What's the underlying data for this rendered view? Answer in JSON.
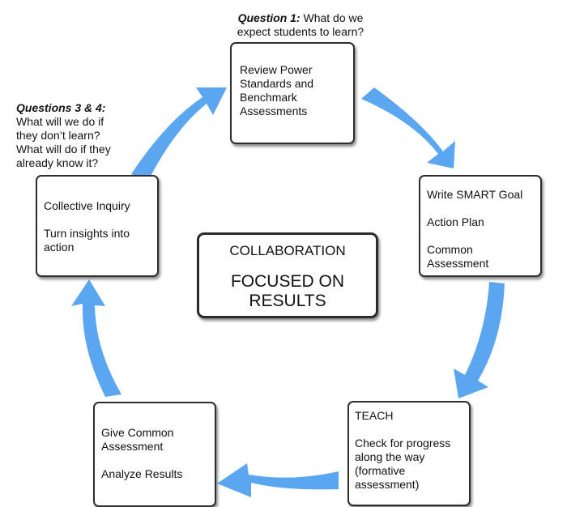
{
  "colors": {
    "arrow": "#5aa6f0",
    "border": "#2d2d2d",
    "text": "#111111"
  },
  "question1": {
    "label": "Question 1:",
    "text": "What do we",
    "text2": "expect students to learn?"
  },
  "question34": {
    "label": "Questions 3 & 4:",
    "lines": [
      "What will we do if",
      "they don’t learn?",
      "What will do if they",
      "already know it?"
    ]
  },
  "center": {
    "line1": "COLLABORATION",
    "line2": "FOCUSED ON",
    "line3": "RESULTS"
  },
  "boxes": {
    "top": {
      "lines": [
        "Review Power",
        "Standards and",
        "Benchmark",
        "Assessments"
      ]
    },
    "right": {
      "item1": "Write SMART Goal",
      "item2": "Action Plan",
      "item3a": "Common",
      "item3b": "Assessment"
    },
    "bottom_right": {
      "item1": "TEACH",
      "item2a": "Check for progress",
      "item2b": "along the way",
      "item2c": "(formative",
      "item2d": "assessment)"
    },
    "bottom_left": {
      "item1a": "Give Common",
      "item1b": "Assessment",
      "item2": "Analyze Results"
    },
    "left": {
      "item1": "Collective Inquiry",
      "item2a": "Turn insights into",
      "item2b": "action"
    }
  }
}
